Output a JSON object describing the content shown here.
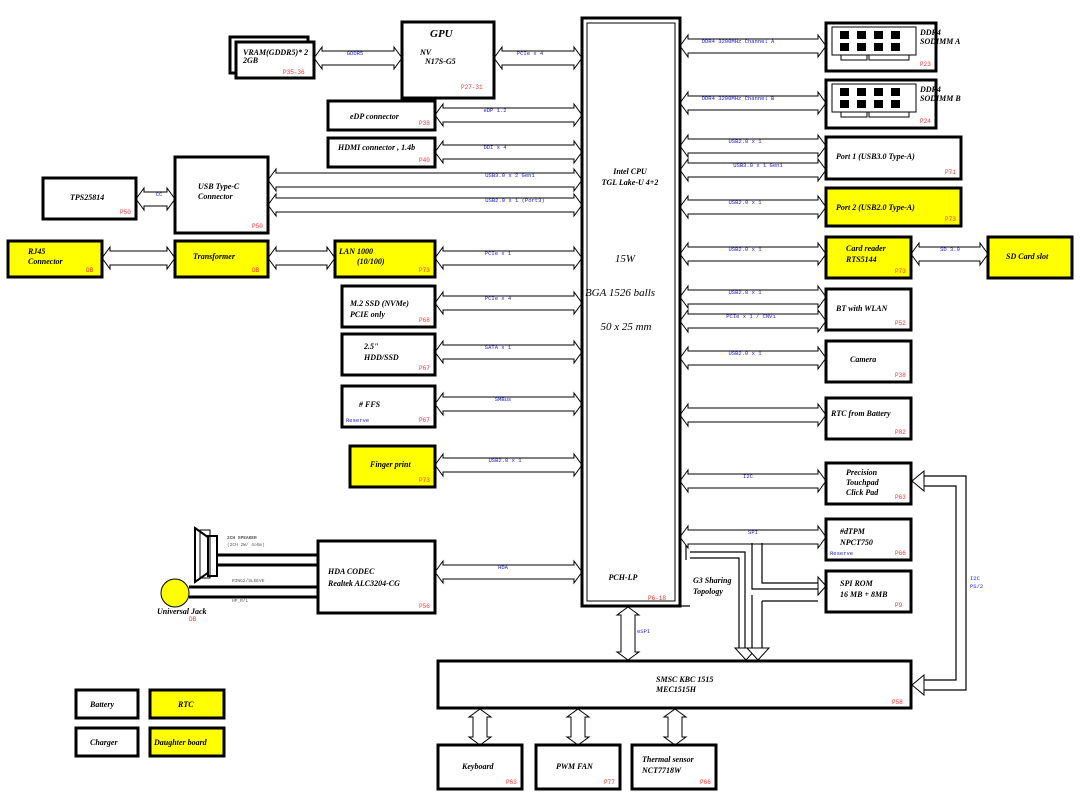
{
  "title": "Laptop system block diagram",
  "cpu": {
    "name": "Intel CPU",
    "model": "TGL Lake-U 4+2",
    "tdp": "15W",
    "package": "BGA 1526 balls",
    "size": "50 x 25 mm",
    "pch": "PCH-LP",
    "page": "P6-18"
  },
  "gpu": {
    "title": "GPU",
    "line1": "NV",
    "line2": "N17S-G5",
    "page": "P27-31",
    "bus": "PCIe x 4"
  },
  "vram": {
    "line1": "VRAM(GDDR5)* 2",
    "line2": "2GB",
    "page": "P35-36",
    "bus": "GDDR5"
  },
  "left": [
    {
      "id": "edp",
      "label": "eDP connector",
      "page": "P38",
      "bus": "eDP 1.2"
    },
    {
      "id": "hdmi",
      "label": "HDMI connector , 1.4b",
      "page": "P40",
      "bus": "DDI x 4"
    },
    {
      "id": "usbc",
      "label1": "USB Type-C",
      "label2": "Connector",
      "page": "P50",
      "bus1": "USB3.0 x 2 Gen1",
      "bus2": "USB2.0 x 1 (Port3)"
    },
    {
      "id": "tps",
      "label": "TPS25814",
      "page": "P50",
      "bus": "CC"
    },
    {
      "id": "rj45",
      "label1": "RJ45",
      "label2": "Connector",
      "page": "DB"
    },
    {
      "id": "xfmr",
      "label": "Transformer",
      "page": "DB"
    },
    {
      "id": "lan",
      "label1": "LAN 1000",
      "label2": "(10/100)",
      "page": "P73",
      "bus": "PCIe x 1"
    },
    {
      "id": "ssd",
      "label1": "M.2 SSD (NVMe)",
      "label2": "PCIE only",
      "page": "P68",
      "bus": "PCIe x 4"
    },
    {
      "id": "hdd",
      "label1": "2.5\"",
      "label2": "HDD/SSD",
      "page": "P67",
      "bus": "SATA x 1"
    },
    {
      "id": "ffs",
      "label": "# FFS",
      "note": "Reserve",
      "page": "P67",
      "bus": "SMBus"
    },
    {
      "id": "fp",
      "label": "Finger print",
      "page": "P73",
      "bus": "USB2.0 x 1"
    },
    {
      "id": "hda",
      "label1": "HDA CODEC",
      "label2": "Realtek ALC3204-CG",
      "page": "P56",
      "bus": "HDA"
    }
  ],
  "audio": {
    "speaker1": "2CH SPEAKER",
    "speaker2": "(2CH 2W/ 4ohm)",
    "jack": "Universal Jack",
    "jack_page": "DB",
    "sig1": "RING2/SLEEVE",
    "sig2": "HP_R/L"
  },
  "right": [
    {
      "id": "dimma",
      "line1": "DDR4",
      "line2": "SODIMM A",
      "page": "P23",
      "bus": "DDR4 3200MHz Channel A"
    },
    {
      "id": "dimmb",
      "line1": "DDR4",
      "line2": "SODIMM B",
      "page": "P24",
      "bus": "DDR4 3200MHz Channel B"
    },
    {
      "id": "port1",
      "label": "Port 1 (USB3.0 Type-A)",
      "page": "P71",
      "bus1": "USB2.0 x 1",
      "bus2": "USB3.0 x 1 Gen1"
    },
    {
      "id": "port2",
      "label": "Port 2 (USB2.0 Type-A)",
      "page": "P73",
      "bus": "USB2.0 x 1"
    },
    {
      "id": "card",
      "label1": "Card reader",
      "label2": "RTS5144",
      "page": "P73",
      "bus": "USB2.0 x 1"
    },
    {
      "id": "sd",
      "label": "SD Card slot",
      "bus": "SD 3.0"
    },
    {
      "id": "bt",
      "label": "BT with WLAN",
      "page": "P52",
      "bus1": "USB2.0 x 1",
      "bus2": "PCIe x 1 / CNVi"
    },
    {
      "id": "cam",
      "label": "Camera",
      "page": "P38",
      "bus": "USB2.0 x 1"
    },
    {
      "id": "rtc",
      "label": "RTC from Battery",
      "page": "P82"
    },
    {
      "id": "tp",
      "label1": "Precision",
      "label2": "Touchpad",
      "label3": "Click Pad",
      "page": "P63",
      "bus": "I2C"
    },
    {
      "id": "tpm",
      "label1": "#dTPM",
      "label2": "NPCT750",
      "note": "Reserve",
      "page": "P66",
      "bus": "SPI"
    },
    {
      "id": "rom",
      "label1": "SPI ROM",
      "label2": "16 MB + 8MB",
      "page": "P9"
    }
  ],
  "g3": {
    "line1": "G3 Sharing",
    "line2": "Topology"
  },
  "espi": "eSPI",
  "ec": {
    "line1": "SMSC KBC 1515",
    "line2": "MEC1515H",
    "page": "P58",
    "bus1": "I2C",
    "bus2": "PS/2"
  },
  "bottom": [
    {
      "id": "kb",
      "label": "Keyboard",
      "page": "P63"
    },
    {
      "id": "fan",
      "label": "PWM FAN",
      "page": "P77"
    },
    {
      "id": "therm",
      "label1": "Thermal sensor",
      "label2": "NCT7718W",
      "page": "P66"
    }
  ],
  "legend": [
    {
      "label": "Battery",
      "color": "#ffffff"
    },
    {
      "label": "RTC",
      "color": "#ffff00"
    },
    {
      "label": "Charger",
      "color": "#ffffff"
    },
    {
      "label": "Daughter board",
      "color": "#ffff00"
    }
  ]
}
